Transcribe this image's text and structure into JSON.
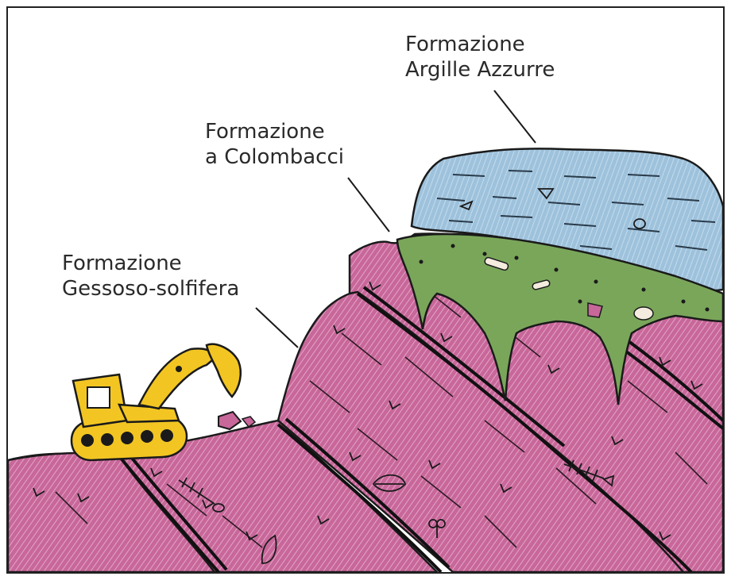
{
  "labels": {
    "argille": {
      "line1": "Formazione",
      "line2": "Argille Azzurre"
    },
    "colombacci": {
      "line1": "Formazione",
      "line2": "a Colombacci"
    },
    "gessoso": {
      "line1": "Formazione",
      "line2": "Gessoso-solfifera"
    }
  },
  "colors": {
    "gypsum": "#c8679a",
    "gypsum_light": "#e7a9c8",
    "clay": "#9ec2dc",
    "colombacci": "#7aa65a",
    "excavator": "#f2c522",
    "outline": "#1a1a1a"
  }
}
